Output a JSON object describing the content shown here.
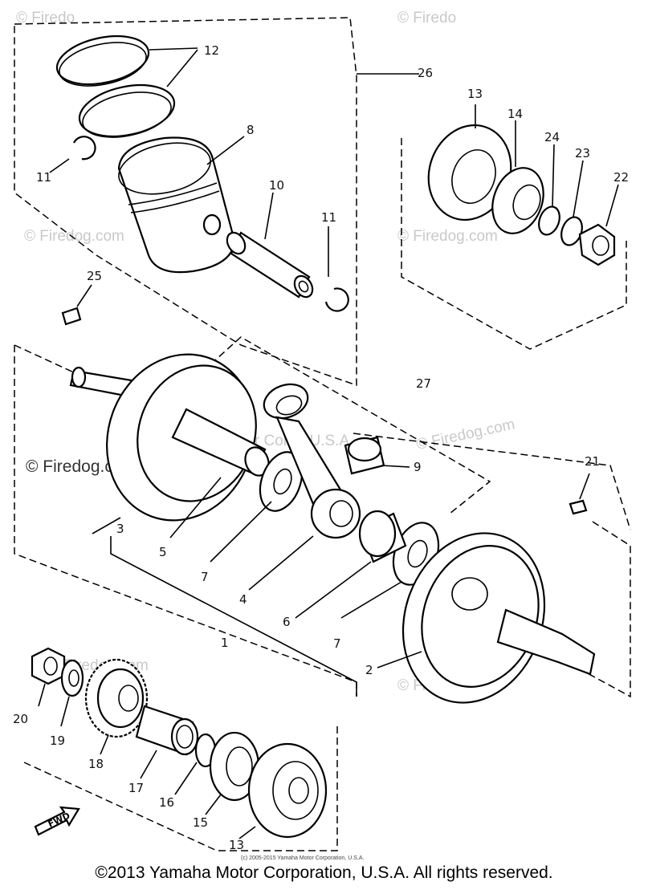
{
  "watermark": {
    "text": "© Firedog.com",
    "short": "© Firedo"
  },
  "brand_watermark": "Yamaha Motor Corp., U.S.A.",
  "fwd_label": "FWD",
  "small_credit": "(c) 2005-2015 Yamaha Motor Corporation, U.S.A.",
  "copyright": "©2013 Yamaha Motor Corporation, U.S.A. All rights reserved.",
  "callouts": {
    "c1": "1",
    "c2": "2",
    "c3": "3",
    "c4": "4",
    "c5": "5",
    "c6": "6",
    "c7a": "7",
    "c7b": "7",
    "c8": "8",
    "c9": "9",
    "c10": "10",
    "c11a": "11",
    "c11b": "11",
    "c12": "12",
    "c13a": "13",
    "c13b": "13",
    "c14": "14",
    "c15": "15",
    "c16": "16",
    "c17": "17",
    "c18": "18",
    "c19": "19",
    "c20": "20",
    "c21": "21",
    "c22": "22",
    "c23": "23",
    "c24": "24",
    "c25": "25",
    "c26": "26",
    "c27": "27"
  }
}
